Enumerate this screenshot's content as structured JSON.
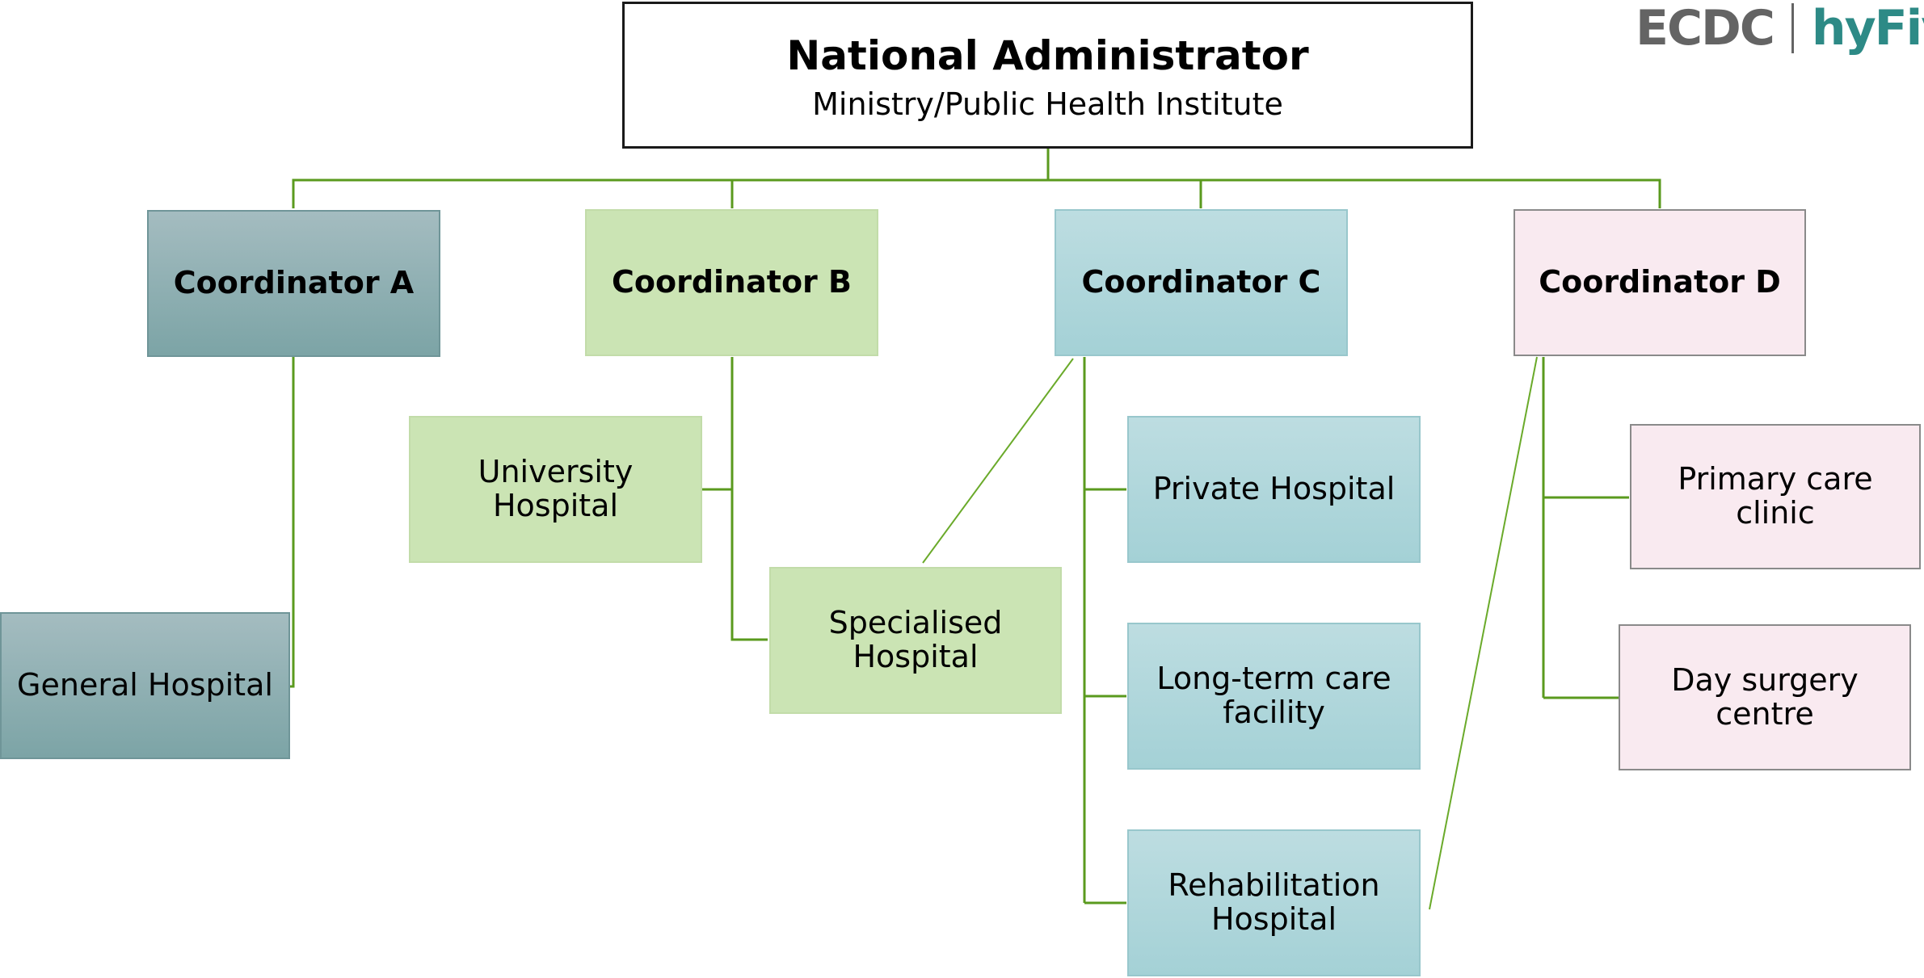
{
  "logo": {
    "left": "ECDC",
    "right": "hyFive"
  },
  "admin": {
    "title": "National Administrator",
    "subtitle": "Ministry/Public Health Institute"
  },
  "coordinators": [
    {
      "label": "Coordinator A"
    },
    {
      "label": "Coordinator B"
    },
    {
      "label": "Coordinator C"
    },
    {
      "label": "Coordinator D"
    }
  ],
  "facilities": {
    "general_hospital": "General Hospital",
    "university_hospital": "University Hospital",
    "specialised_hospital": "Specialised Hospital",
    "private_hospital": "Private Hospital",
    "long_term_care": "Long-term care facility",
    "rehabilitation_hospital": "Rehabilitation Hospital",
    "primary_care_clinic": "Primary care clinic",
    "day_surgery_centre": "Day surgery centre"
  },
  "colors": {
    "connector": "#5a9a1e",
    "group_a": "#8fb1b3",
    "group_b": "#cbe4b4",
    "group_c": "#aed6da",
    "group_d": "#f9eaf0"
  }
}
